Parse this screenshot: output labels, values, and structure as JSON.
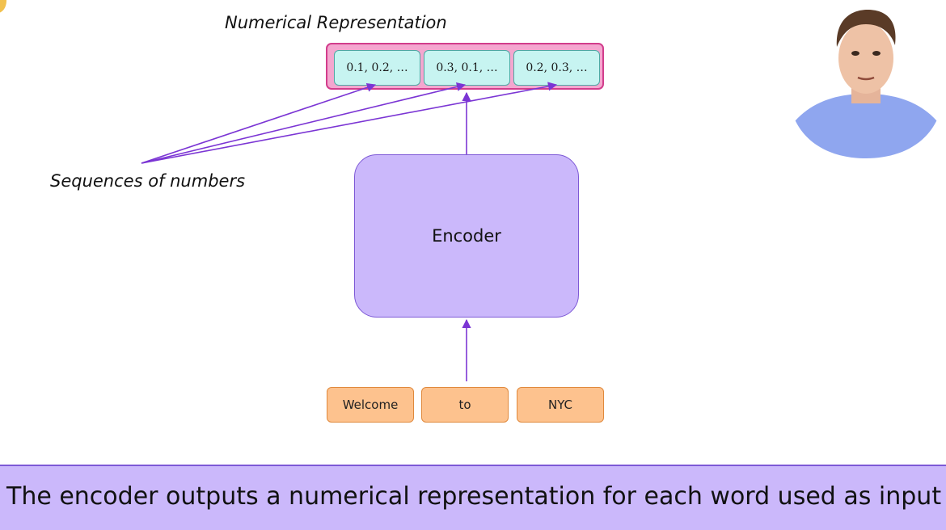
{
  "diagram": {
    "title": "Numerical Representation",
    "sequences_label": "Sequences of numbers",
    "vectors": [
      "0.1, 0.2, …",
      "0.3, 0.1, …",
      "0.2, 0.3, …"
    ],
    "encoder_label": "Encoder",
    "tokens": [
      "Welcome",
      "to",
      "NYC"
    ]
  },
  "caption": "The encoder outputs a numerical representation for each word used as input",
  "colors": {
    "vector_container_fill": "#f4a6cf",
    "vector_cell_fill": "#c7f4f1",
    "encoder_fill": "#cbb8fb",
    "token_fill": "#fdc28e",
    "arrow": "#7b35d4",
    "caption_bar": "#cbb8fb"
  },
  "icons": {
    "corner": "thumbs-up-emoji-icon",
    "presenter": "presenter-webcam-avatar"
  }
}
